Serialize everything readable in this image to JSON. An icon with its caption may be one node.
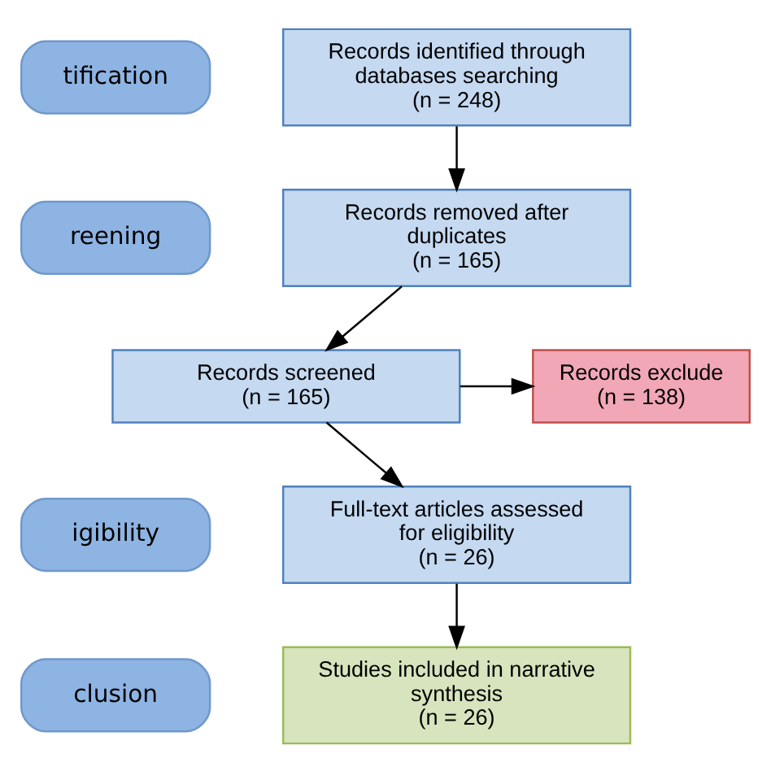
{
  "diagram": {
    "nodes": [
      {
        "text": [
          "tification"
        ]
      },
      {
        "text": [
          "Records identified through databases searching",
          "(n = 248)"
        ]
      },
      {
        "text": [
          "reening"
        ]
      },
      {
        "text": [
          "Records removed after duplicates",
          "(n = 165)"
        ]
      },
      {
        "text": [
          "Records screened",
          "(n = 165)"
        ]
      },
      {
        "text": [
          "Records exclude",
          "(n = 138)"
        ]
      },
      {
        "text": [
          "igibility"
        ]
      },
      {
        "text": [
          "Full-text articles assessed for eligibility",
          "(n = 26)"
        ]
      },
      {
        "text": [
          "clusion"
        ]
      },
      {
        "text": [
          "Studies included in narrative synthesis",
          "(n = 26)"
        ]
      }
    ],
    "edges": [
      {
        "from": 1,
        "to": 3,
        "arrow": "to"
      },
      {
        "from": 3,
        "to": 4,
        "arrow": "to"
      },
      {
        "from": 4,
        "to": 5,
        "arrow": "to"
      },
      {
        "from": 4,
        "to": 7,
        "arrow": "to"
      },
      {
        "from": 7,
        "to": 9,
        "arrow": "to"
      }
    ]
  }
}
